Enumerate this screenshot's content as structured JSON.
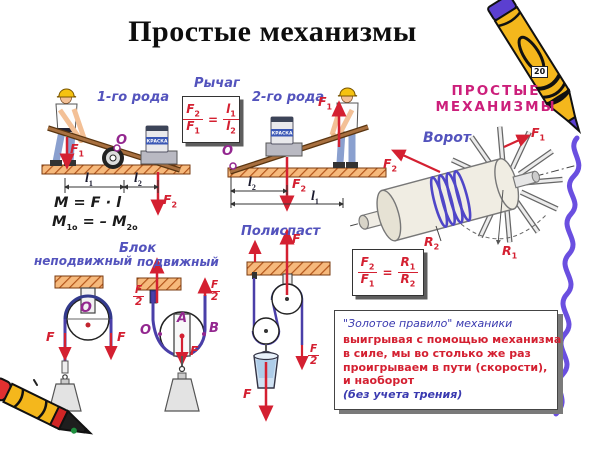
{
  "title": "Простые механизмы",
  "side_header": {
    "line1": "ПРОСТЫЕ",
    "line2": "МЕХАНИЗМЫ"
  },
  "labels": {
    "lever": "Рычаг",
    "kind1": "1-го рода",
    "kind2": "2-го рода",
    "vorot": "Ворот",
    "polispast": "Полиспаст",
    "blok": "Блок",
    "fixed_pulley": "неподвижный",
    "movable_pulley": "подвижный"
  },
  "sym": {
    "F": "F",
    "l": "l",
    "R": "R",
    "O": "О",
    "A": "A",
    "B": "B",
    "s1": "1",
    "s2": "2",
    "half_num": "F",
    "half_den": "2"
  },
  "formulas": {
    "moment": "M = F · l",
    "moment_pair": {
      "lhs_b": "M",
      "lhs_s": "1o",
      "eq": "=  –",
      "rhs_b": "M",
      "rhs_s": "2o"
    },
    "lever": {
      "n1b": "F",
      "n1s": "2",
      "d1b": "F",
      "d1s": "1",
      "eq": "=",
      "n2b": "l",
      "n2s": "1",
      "d2b": "l",
      "d2s": "2"
    },
    "vorot": {
      "n1b": "F",
      "n1s": "2",
      "d1b": "F",
      "d1s": "1",
      "eq": "=",
      "n2b": "R",
      "n2s": "1",
      "d2b": "R",
      "d2s": "2"
    }
  },
  "barrel_label": "КРАСКА",
  "golden_rule": {
    "title": "\"Золотое правило\" механики",
    "line1": "выигрывая с помощью механизма",
    "line2": "в силе, мы во столько же раз",
    "line3": "проигрываем в пути (скорости),",
    "line4": "и наоборот",
    "note": "(без учета трения)"
  },
  "crayon_badge": "20",
  "colors": {
    "formula_red": "#d42031",
    "label_blue": "#5353bd",
    "header_magenta": "#cc1f7b",
    "point_purple": "#93278f",
    "rope_blue": "#4a3fa8",
    "hatch_orange": "#f6b97c",
    "crayon_yellow": "#f4b71c",
    "crayon_purple": "#5b3fd0",
    "squiggle_purple": "#6a4fe0"
  }
}
